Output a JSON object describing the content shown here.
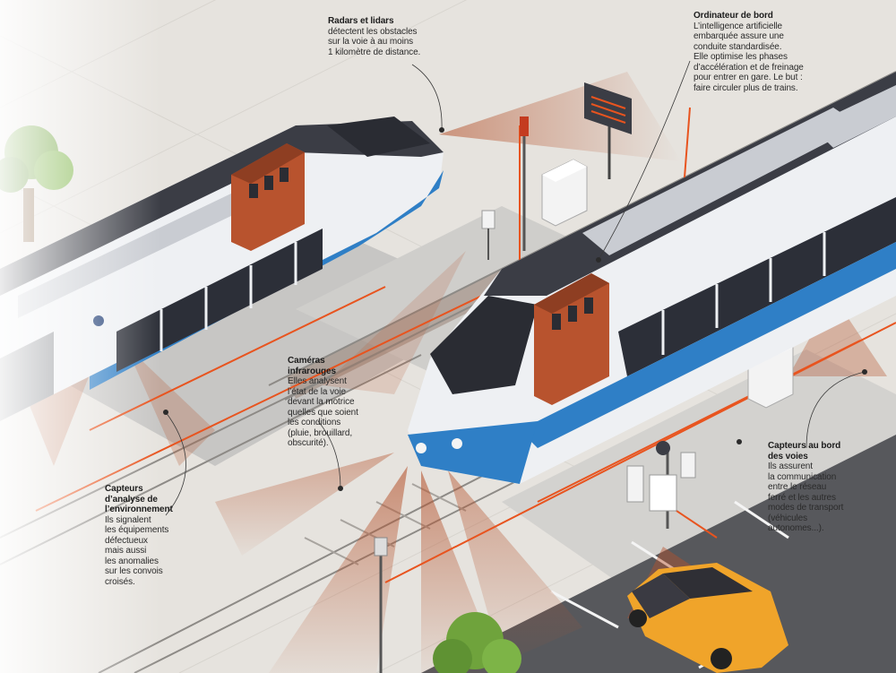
{
  "colors": {
    "background": "#e9e6e1",
    "ground": "#dcd8d2",
    "platform": "#c9c8c6",
    "road": "#55565a",
    "network_line": "#e8541f",
    "sensor_beam": "#b5532d",
    "train_body": "#eef0f3",
    "train_roof": "#3b3d45",
    "train_stripe": "#2f7fc6",
    "computer_unit": "#b8532e",
    "car": "#f0a42a",
    "tree": "#6fa33c"
  },
  "icons": {
    "tree": "tree-icon",
    "signal": "railway-signal-icon",
    "display_board": "display-board-icon",
    "cabinet": "equipment-cabinet-icon",
    "sensor_post": "trackside-sensor-icon",
    "car": "car-icon"
  },
  "annotations": {
    "radars": {
      "title": "Radars et lidars",
      "text": "détectent les obstacles\nsur la voie à au moins\n1 kilomètre de distance."
    },
    "ordinateur": {
      "title": "Ordinateur de bord",
      "text": "L’intelligence artificielle\nembarquée assure une\nconduite standardisée.\nElle optimise les phases\nd’accélération et de freinage\npour entrer en gare. Le but :\nfaire circuler plus de trains."
    },
    "cameras": {
      "title": "Caméras\ninfrarouges",
      "text": "Elles analysent\nl’état de la voie\ndevant la motrice\nquelles que soient\nles conditions\n(pluie, brouillard,\nobscurité)."
    },
    "environnement": {
      "title": "Capteurs\nd’analyse de\nl’environnement",
      "text": "Ils signalent\nles équipements\ndéfectueux\nmais aussi\nles anomalies\nsur les convois\ncroisés."
    },
    "bord_voies": {
      "title": "Capteurs au bord\ndes voies",
      "text": "Ils assurent\nla communication\nentre le réseau\nferré et les autres\nmodes de transport\n(véhicules\nautonomes...)."
    }
  }
}
